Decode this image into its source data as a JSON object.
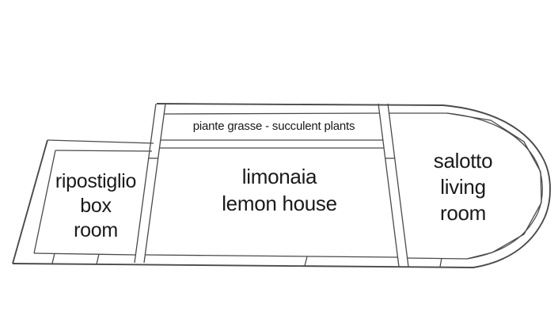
{
  "rooms": {
    "box_room": {
      "line1": "ripostiglio",
      "line2": "box",
      "line3": "room"
    },
    "succulent_plants": {
      "label": "piante grasse - succulent plants"
    },
    "lemon_house": {
      "line1": "limonaia",
      "line2": "lemon house"
    },
    "living_room": {
      "line1": "salotto",
      "line2": "living",
      "line3": "room"
    }
  },
  "colors": {
    "wall": "#4a4a4a",
    "text": "#1a1a1a",
    "background": "#ffffff"
  }
}
